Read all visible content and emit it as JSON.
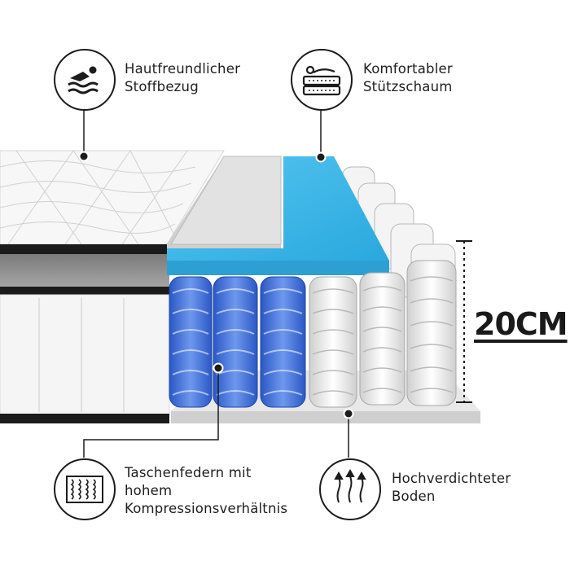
{
  "features": {
    "cover": {
      "line1": "Hautfreundlicher",
      "line2": "Stoffbezug",
      "icon": "swimmer-wave-icon"
    },
    "foam": {
      "line1": "Komfortabler",
      "line2": "Stützschaum",
      "icon": "body-on-foam-icon"
    },
    "springs": {
      "line1": "Taschenfedern mit",
      "line2": "hohem",
      "line3": "Kompressionsverhältnis",
      "icon": "spring-coils-icon"
    },
    "base": {
      "line1": "Hochverdichteter",
      "line2": "Boden",
      "icon": "upward-arrows-icon"
    }
  },
  "height": {
    "label": "20CM"
  },
  "colors": {
    "foam": "#39b6e6",
    "springs_blue": "#3d6fd6",
    "springs_white": "#f2f2f2",
    "outline": "#1c1c1c"
  }
}
